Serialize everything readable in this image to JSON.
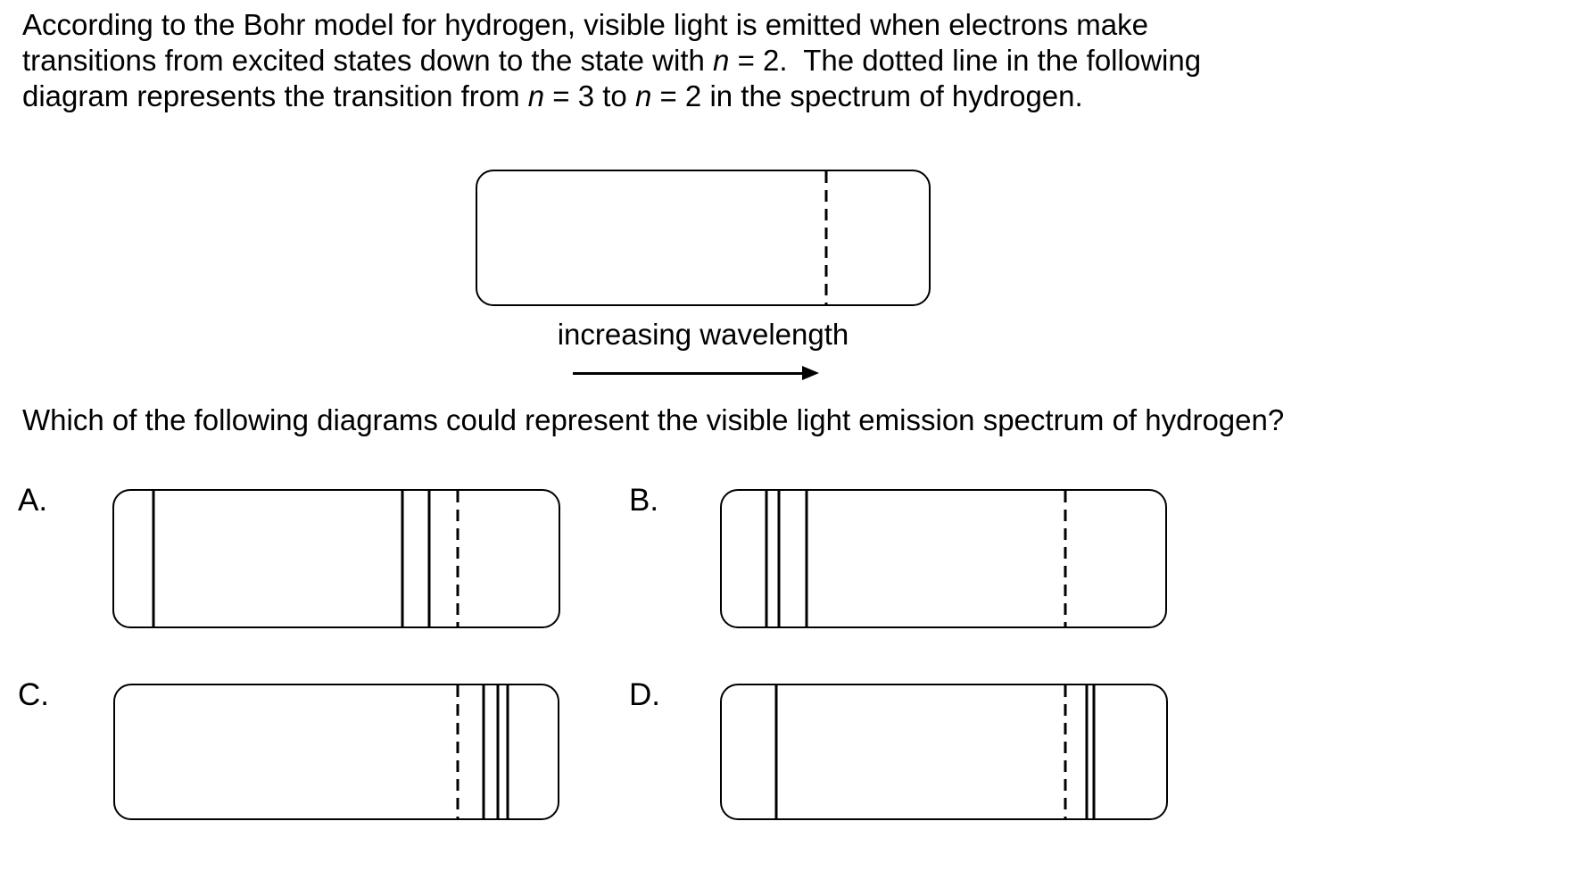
{
  "intro": {
    "lines": [
      [
        {
          "t": "According to the Bohr model for hydrogen, visible light is emitted when electrons make"
        }
      ],
      [
        {
          "t": "transitions from excited states down to the state with "
        },
        {
          "t": "n",
          "i": true
        },
        {
          "t": " = 2.  The dotted line in the following"
        }
      ],
      [
        {
          "t": "diagram represents the transition from "
        },
        {
          "t": "n",
          "i": true
        },
        {
          "t": " = 3 to "
        },
        {
          "t": "n",
          "i": true
        },
        {
          "t": " = 2 in the spectrum of hydrogen."
        }
      ]
    ]
  },
  "reference_diagram": {
    "caption": "increasing wavelength",
    "lines": [
      {
        "type": "dashed",
        "pos": 77.3
      }
    ]
  },
  "question": "Which of the following diagrams could represent the visible light emission spectrum of hydrogen?",
  "options": [
    {
      "label": "A.",
      "lines": [
        {
          "type": "solid",
          "pos": 8.8
        },
        {
          "type": "solid",
          "pos": 64.9
        },
        {
          "type": "solid",
          "pos": 70.9
        },
        {
          "type": "dashed",
          "pos": 77.3
        }
      ]
    },
    {
      "label": "B.",
      "lines": [
        {
          "type": "solid",
          "pos": 10.0
        },
        {
          "type": "solid",
          "pos": 12.8
        },
        {
          "type": "solid",
          "pos": 19.2
        },
        {
          "type": "dashed",
          "pos": 77.4
        }
      ]
    },
    {
      "label": "C.",
      "lines": [
        {
          "type": "dashed",
          "pos": 77.4
        },
        {
          "type": "solid",
          "pos": 83.2
        },
        {
          "type": "solid",
          "pos": 86.4
        },
        {
          "type": "solid",
          "pos": 88.8
        }
      ]
    },
    {
      "label": "D.",
      "lines": [
        {
          "type": "solid",
          "pos": 12.2
        },
        {
          "type": "dashed",
          "pos": 77.4
        },
        {
          "type": "solid",
          "pos": 82.2
        },
        {
          "type": "solid",
          "pos": 83.8
        }
      ]
    }
  ],
  "colors": {
    "ink": "#000000",
    "background": "#ffffff"
  }
}
